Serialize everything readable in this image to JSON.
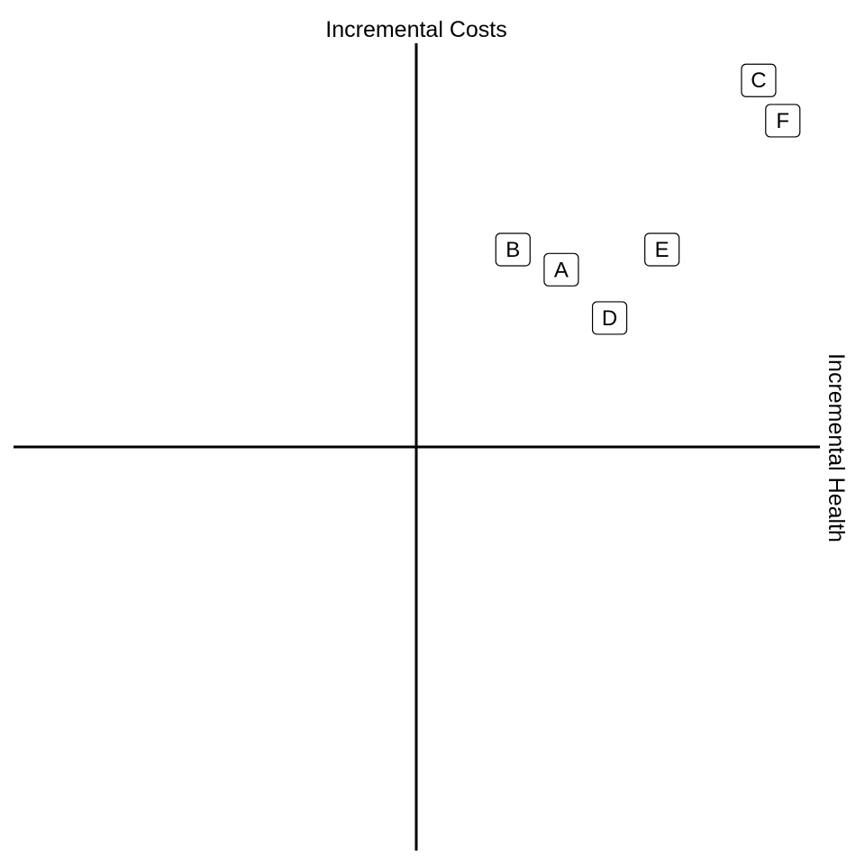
{
  "chart_data": {
    "type": "scatter",
    "title": "",
    "xlabel": "Incremental Health",
    "ylabel": "Incremental Costs",
    "xlim": [
      -1,
      1
    ],
    "ylim": [
      -1,
      1
    ],
    "grid": false,
    "points": [
      {
        "label": "A",
        "x": 0.36,
        "y": 0.44
      },
      {
        "label": "B",
        "x": 0.24,
        "y": 0.49
      },
      {
        "label": "C",
        "x": 0.85,
        "y": 0.91
      },
      {
        "label": "D",
        "x": 0.48,
        "y": 0.32
      },
      {
        "label": "E",
        "x": 0.61,
        "y": 0.49
      },
      {
        "label": "F",
        "x": 0.91,
        "y": 0.81
      }
    ]
  }
}
